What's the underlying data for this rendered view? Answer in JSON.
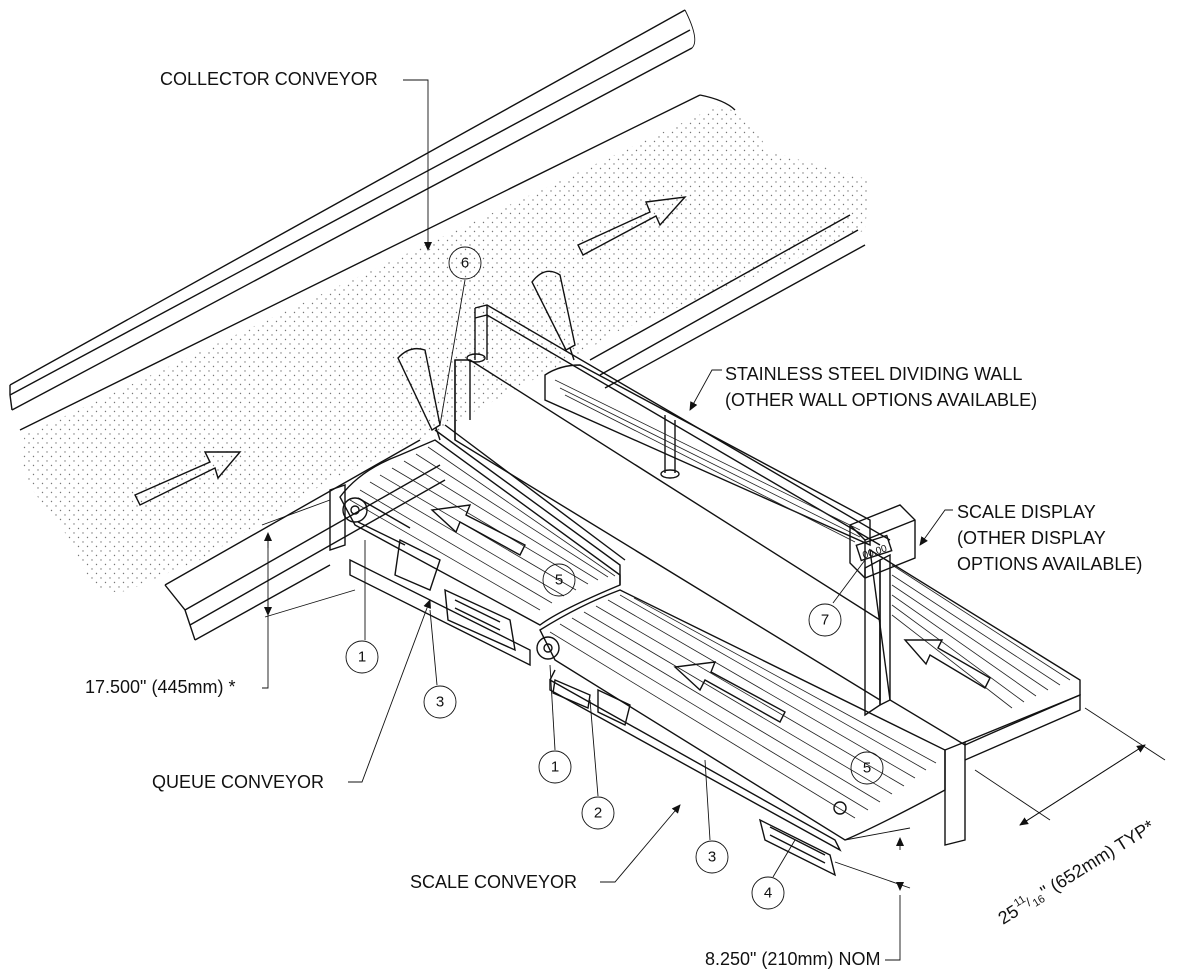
{
  "labels": {
    "collector": "COLLECTOR CONVEYOR",
    "wall_1": "STAINLESS STEEL DIVIDING WALL",
    "wall_2": "(OTHER WALL OPTIONS AVAILABLE)",
    "display_1": "SCALE DISPLAY",
    "display_2": "(OTHER DISPLAY",
    "display_3": "OPTIONS AVAILABLE)",
    "queue": "QUEUE CONVEYOR",
    "scale": "SCALE CONVEYOR",
    "display_readout": "00.00"
  },
  "dimensions": {
    "height_queue": "17.500\" (445mm) *",
    "width_typ_whole": "25",
    "width_typ_frac_num": "11",
    "width_typ_frac_den": "16",
    "width_typ_rest": "\"  (652mm) TYP*",
    "height_scale": "8.250\" (210mm) NOM"
  },
  "callouts": [
    "1",
    "1",
    "2",
    "3",
    "3",
    "4",
    "5",
    "5",
    "6",
    "7"
  ],
  "colors": {
    "line": "#111111",
    "belt_fill": "#ffffff",
    "dot": "#777777"
  }
}
